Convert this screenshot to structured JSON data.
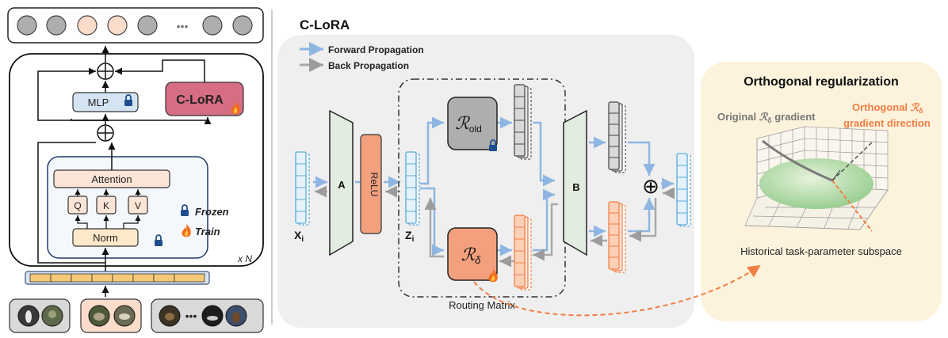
{
  "left_block": {
    "mlp_label": "MLP",
    "clora_label": "C-LoRA",
    "attention_label": "Attention",
    "q_label": "Q",
    "k_label": "K",
    "v_label": "V",
    "norm_label": "Norm",
    "frozen_label": "Frozen",
    "train_label": "Train",
    "repeat_label": "x N",
    "ellipsis": "•••"
  },
  "main": {
    "title": "C-LoRA",
    "legend": {
      "forward": "Forward Propagation",
      "backward": "Back Propagation"
    },
    "a_label": "A",
    "relu_label": "ReLU",
    "b_label": "B",
    "r_old": {
      "base": "ℛ",
      "sub": "old"
    },
    "r_delta": {
      "base": "ℛ",
      "sub": "δ"
    },
    "x_label": {
      "base": "X",
      "sub": "i"
    },
    "z_label": {
      "base": "Z",
      "sub": "i"
    },
    "routing_label": "Routing Matrix",
    "plus": "⊕"
  },
  "ortho": {
    "title": "Orthogonal regularization",
    "grad_label": {
      "pre": "Original ",
      "sym": "ℛ",
      "sub": "δ",
      "post": " gradient"
    },
    "orth_label_1": {
      "pre": "Orthogonal ",
      "sym": "ℛ",
      "sub": "δ"
    },
    "orth_label_2": "gradient direction",
    "subspace_label": "Historical task-parameter subspace"
  },
  "colors": {
    "forward": "#8fb6e2",
    "backward": "#a9a9a9",
    "clora": "#d66d82",
    "orange": "#f07e45",
    "mlp": "#d5e4f3",
    "peach": "#fbe5d6",
    "norm": "#fde9c9",
    "panel": "#efefef",
    "ortho_bg": "#fdf3dc"
  }
}
